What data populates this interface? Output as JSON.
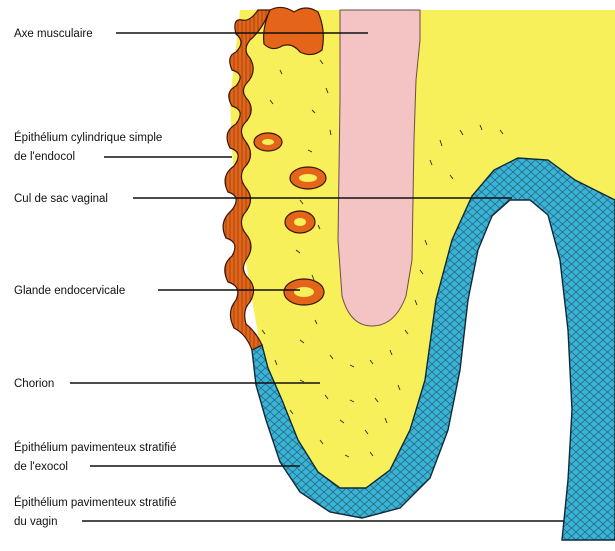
{
  "labels": [
    {
      "id": "axe-musculaire",
      "lines": [
        "Axe musculaire"
      ]
    },
    {
      "id": "epithelium-endocol",
      "lines": [
        "Épithélium cylindrique simple",
        "de l'endocol"
      ]
    },
    {
      "id": "cul-de-sac",
      "lines": [
        "Cul de sac vaginal"
      ]
    },
    {
      "id": "glande-endocervicale",
      "lines": [
        "Glande endocervicale"
      ]
    },
    {
      "id": "chorion",
      "lines": [
        "Chorion"
      ]
    },
    {
      "id": "epithelium-exocol",
      "lines": [
        "Épithélium pavimenteux stratifié",
        "de l'exocol"
      ]
    },
    {
      "id": "epithelium-vagin",
      "lines": [
        "Épithélium pavimenteux stratifié",
        "du vagin"
      ]
    }
  ],
  "colors": {
    "chorion": "#f7f05a",
    "muscle_axis": "#f4c4c4",
    "columnar_epithelium": "#e4651a",
    "squamous_epithelium": "#3ab3d6",
    "line": "#111111"
  }
}
